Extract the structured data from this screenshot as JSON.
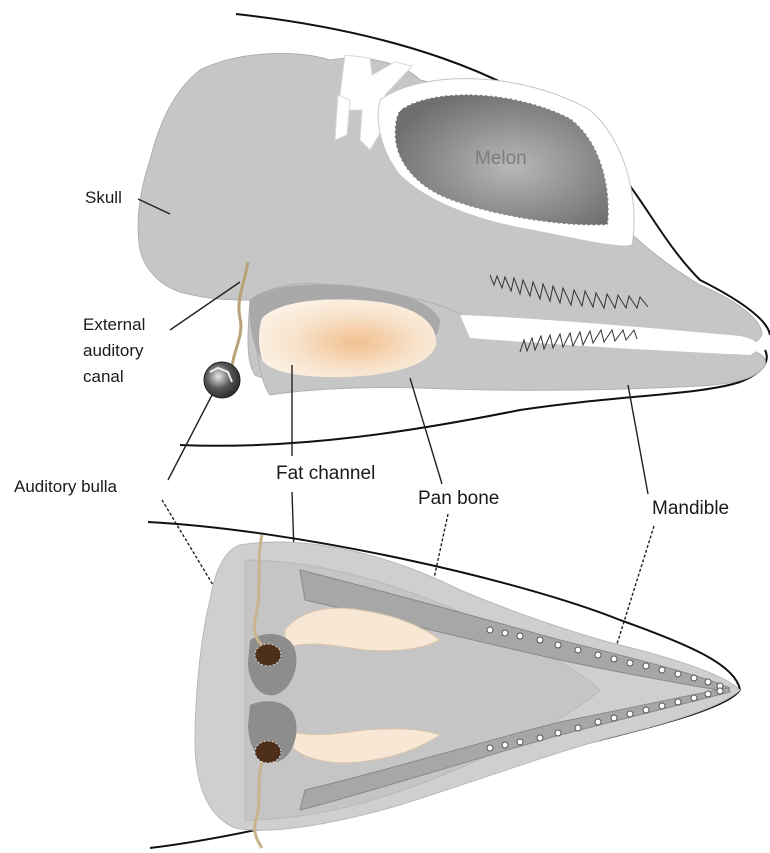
{
  "labels": {
    "melon": "Melon",
    "skull": "Skull",
    "external_auditory_canal": [
      "External",
      "auditory",
      "canal"
    ],
    "auditory_bulla": "Auditory bulla",
    "fat_channel": "Fat channel",
    "pan_bone": "Pan bone",
    "mandible": "Mandible"
  },
  "colors": {
    "bone": "#c9c9c9",
    "bone_dark": "#9a9a9a",
    "fat": "#f7ead8",
    "fat_center": "#f3c79d",
    "melon": "#8e8e8e",
    "bulla": "#5a3a22",
    "canal": "#c8b48e",
    "outline": "#111111"
  }
}
